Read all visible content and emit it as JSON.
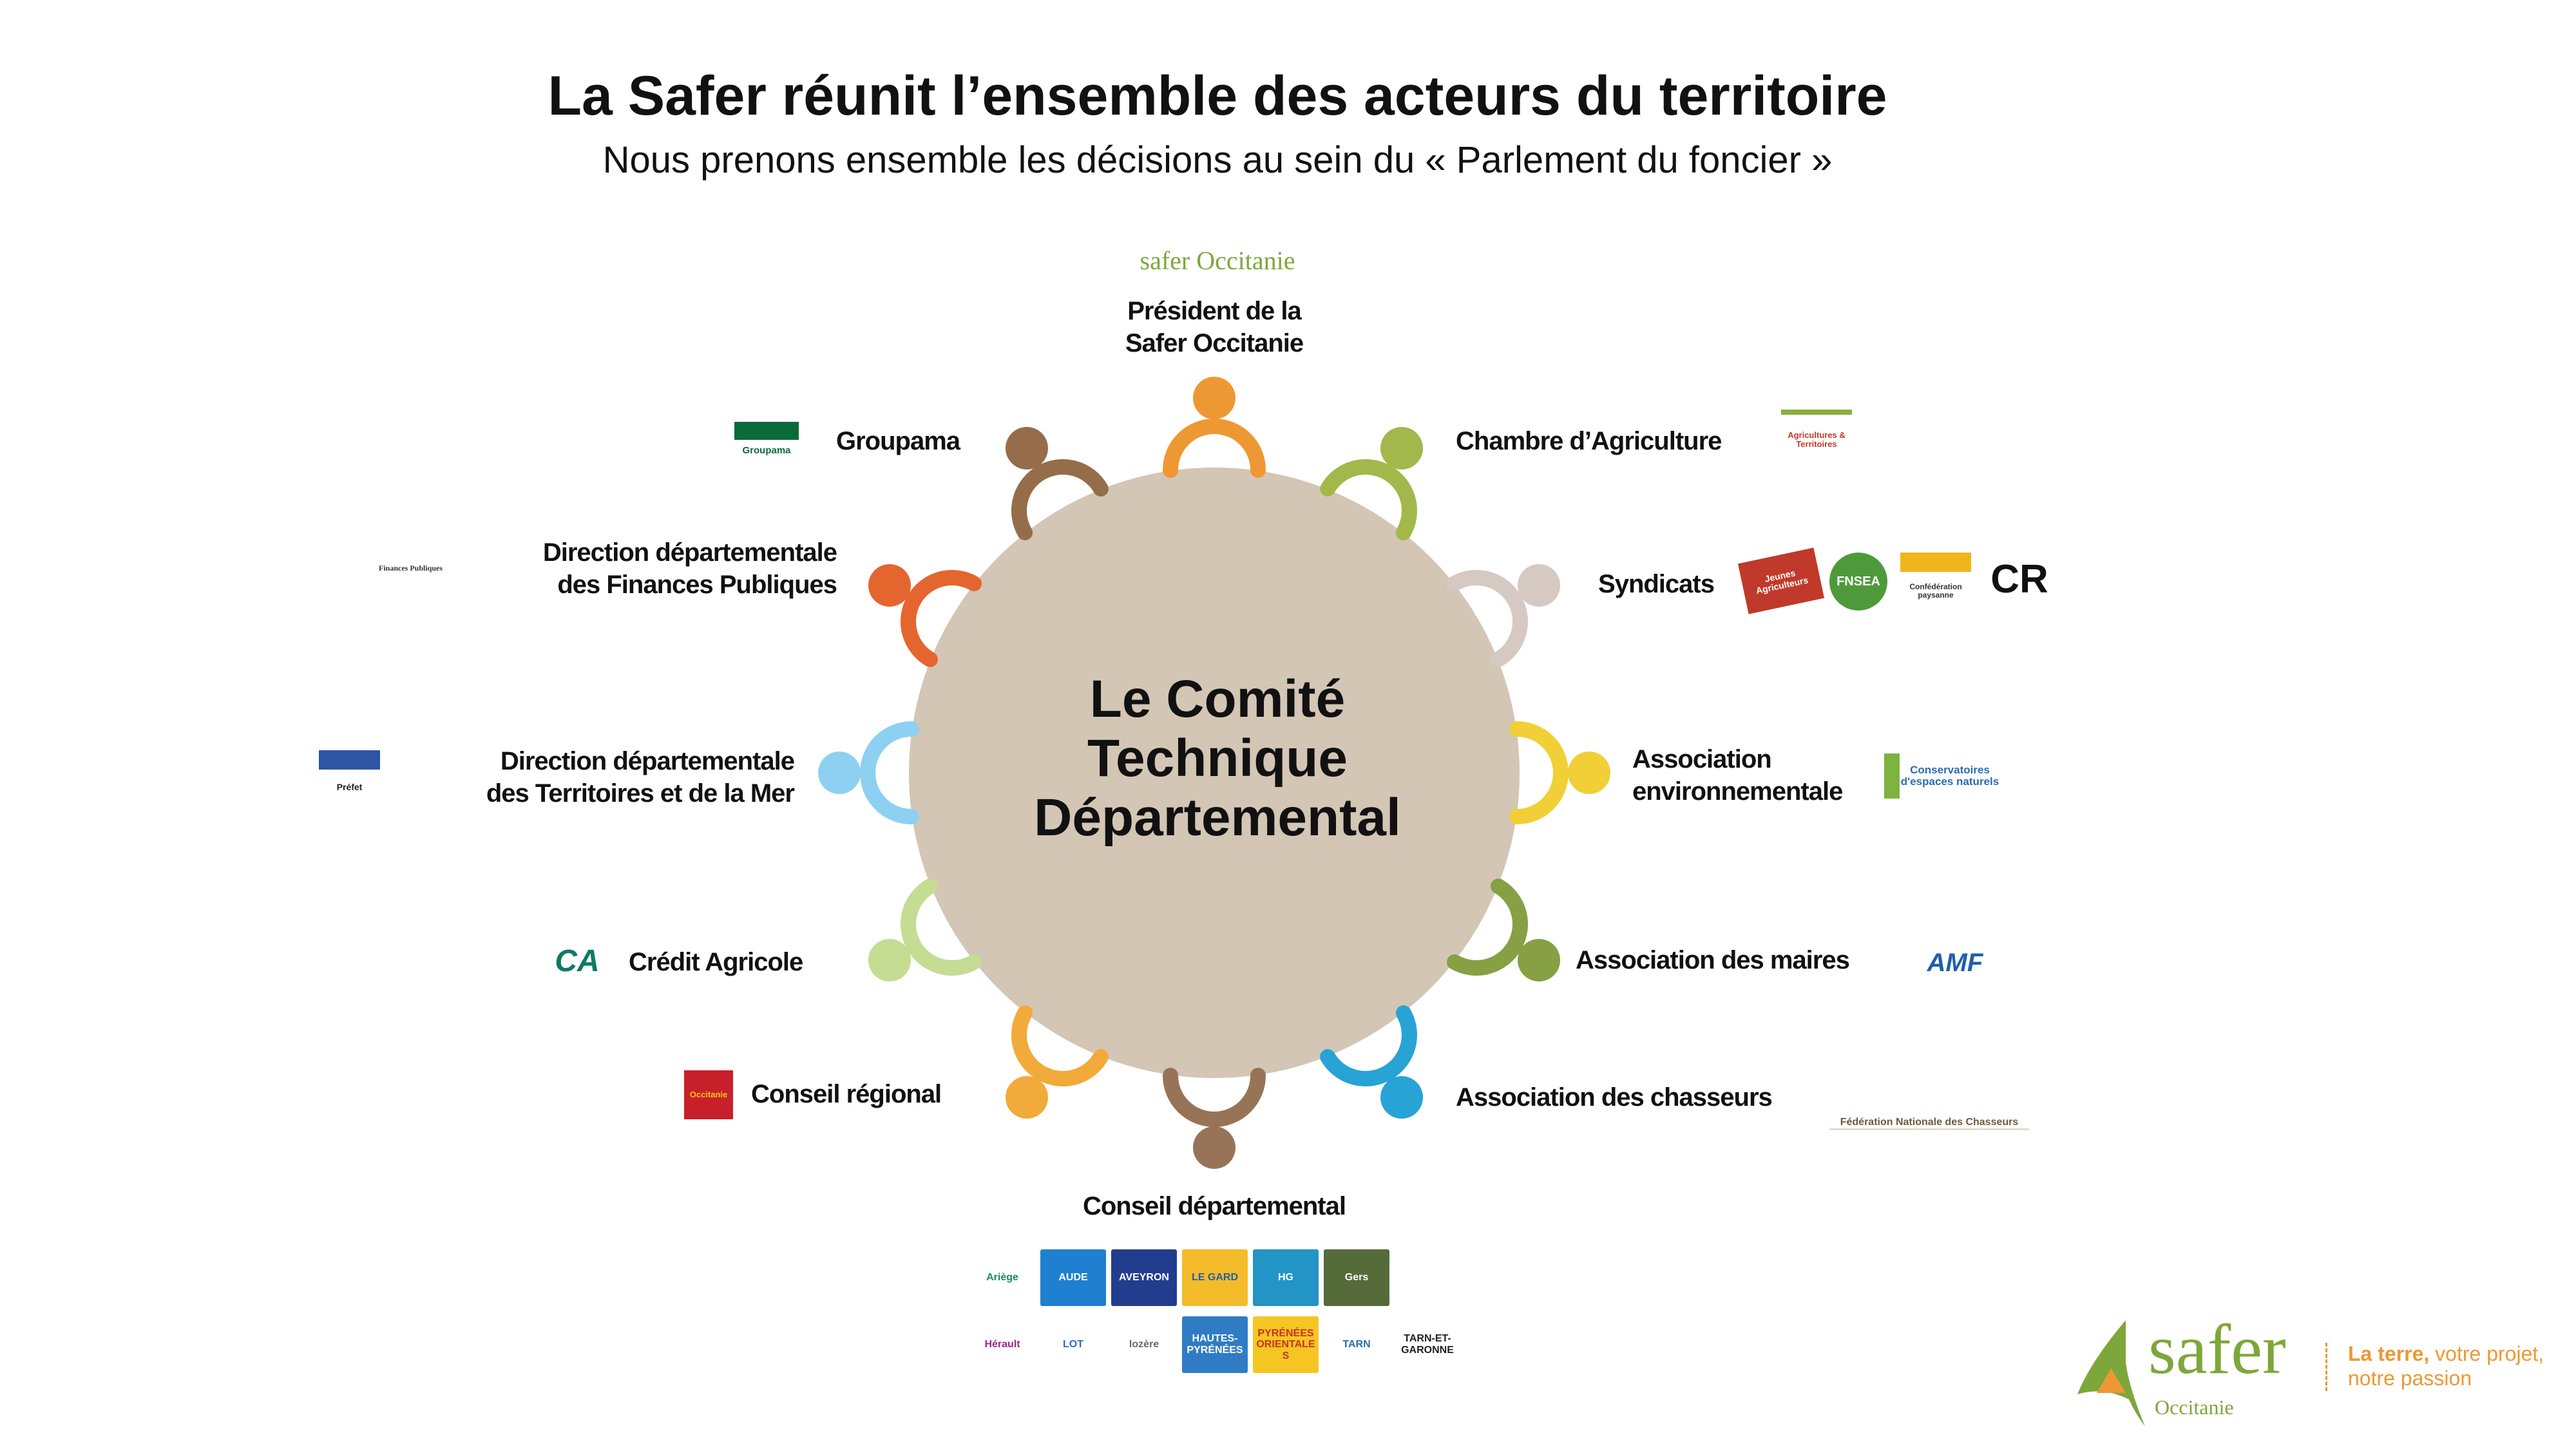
{
  "header": {
    "title": "La Safer réunit l’ensemble des acteurs du territoire",
    "subtitle": "Nous prenons ensemble les décisions au sein du « Parlement du foncier »"
  },
  "center": {
    "lines": [
      "Le Comité",
      "Technique",
      "Départemental"
    ],
    "color": "#d3c6b5"
  },
  "actors": [
    {
      "id": "president",
      "lines": [
        "Président de la",
        "Safer Occitanie"
      ],
      "box": "#f9d2ab",
      "person": "#ee9834",
      "logos": [
        "safer Occitanie"
      ]
    },
    {
      "id": "chambre",
      "lines": [
        "Chambre d’Agriculture"
      ],
      "box": "#d7e2b6",
      "person": "#a2b84a",
      "logos": [
        "Agricultures & Territoires"
      ]
    },
    {
      "id": "syndicats",
      "lines": [
        "Syndicats"
      ],
      "box": "#eee6e2",
      "person": "#d5c9c1",
      "logos": [
        "Jeunes Agriculteurs",
        "FNSEA",
        "Confédération paysanne",
        "CR"
      ]
    },
    {
      "id": "environnement",
      "lines": [
        "Association",
        "environnementale"
      ],
      "box": "#fbefb2",
      "person": "#f1cf36",
      "logos": [
        "Conservatoires d'espaces naturels"
      ]
    },
    {
      "id": "maires",
      "lines": [
        "Association des maires"
      ],
      "box": "#dfe7c6",
      "person": "#86a043",
      "logos": [
        "AMF"
      ]
    },
    {
      "id": "chasseurs",
      "lines": [
        "Association des chasseurs"
      ],
      "box": "#c9e4f4",
      "person": "#27a3d6",
      "logos": [
        "Fédération Nationale des Chasseurs"
      ]
    },
    {
      "id": "conseil-departemental",
      "lines": [
        "Conseil départemental"
      ],
      "box": "#e2d7c9",
      "person": "#977457",
      "logos": []
    },
    {
      "id": "conseil-regional",
      "lines": [
        "Conseil régional"
      ],
      "box": "#fbe1bb",
      "person": "#f2aa3a",
      "logos": [
        "Occitanie"
      ]
    },
    {
      "id": "credit-agricole",
      "lines": [
        "Crédit Agricole"
      ],
      "box": "#e8f0d0",
      "person": "#c5dc93",
      "logos": [
        "CA"
      ]
    },
    {
      "id": "ddtm",
      "lines": [
        "Direction départementale",
        "des Territoires et de la Mer"
      ],
      "box": "#cfe9f7",
      "person": "#8dd0f2",
      "logos": [
        "Préfet"
      ]
    },
    {
      "id": "ddfip",
      "lines": [
        "Direction départementale",
        "des Finances Publiques"
      ],
      "box": "#f7c1a0",
      "person": "#e5652e",
      "logos": [
        "Finances Publiques"
      ]
    },
    {
      "id": "groupama",
      "lines": [
        "Groupama"
      ],
      "box": "#cbb9a9",
      "person": "#956d4a",
      "logos": [
        "Groupama"
      ]
    }
  ],
  "departements": [
    {
      "name": "Ariège",
      "bg": "#ffffff",
      "fg": "#1f8a5a"
    },
    {
      "name": "AUDE",
      "bg": "#1f7fd0",
      "fg": "#ffffff"
    },
    {
      "name": "AVEYRON",
      "bg": "#233d8e",
      "fg": "#ffffff"
    },
    {
      "name": "LE GARD",
      "bg": "#f4bb2a",
      "fg": "#2b5aa8"
    },
    {
      "name": "HG",
      "bg": "#2294c6",
      "fg": "#ffffff"
    },
    {
      "name": "Gers",
      "bg": "#556b3a",
      "fg": "#ffffff"
    },
    {
      "name": "Hérault",
      "bg": "#ffffff",
      "fg": "#a0248c"
    },
    {
      "name": "LOT",
      "bg": "#ffffff",
      "fg": "#2b6dc0"
    },
    {
      "name": "lozère",
      "bg": "#ffffff",
      "fg": "#6a6a6a"
    },
    {
      "name": "HAUTES-PYRÉNÉES",
      "bg": "#2f7cc4",
      "fg": "#ffffff"
    },
    {
      "name": "PYRÉNÉES ORIENTALES",
      "bg": "#f5c623",
      "fg": "#c8321e"
    },
    {
      "name": "TARN",
      "bg": "#ffffff",
      "fg": "#2a6db0"
    },
    {
      "name": "TARN-ET-GARONNE",
      "bg": "#ffffff",
      "fg": "#222222"
    }
  ],
  "footer": {
    "brand": "safer",
    "region": "Occitanie",
    "tagline_bold": "La terre,",
    "tagline_rest": " votre projet,",
    "tagline_line2": "notre passion",
    "green": "#7da73b",
    "orange": "#ee9834"
  }
}
